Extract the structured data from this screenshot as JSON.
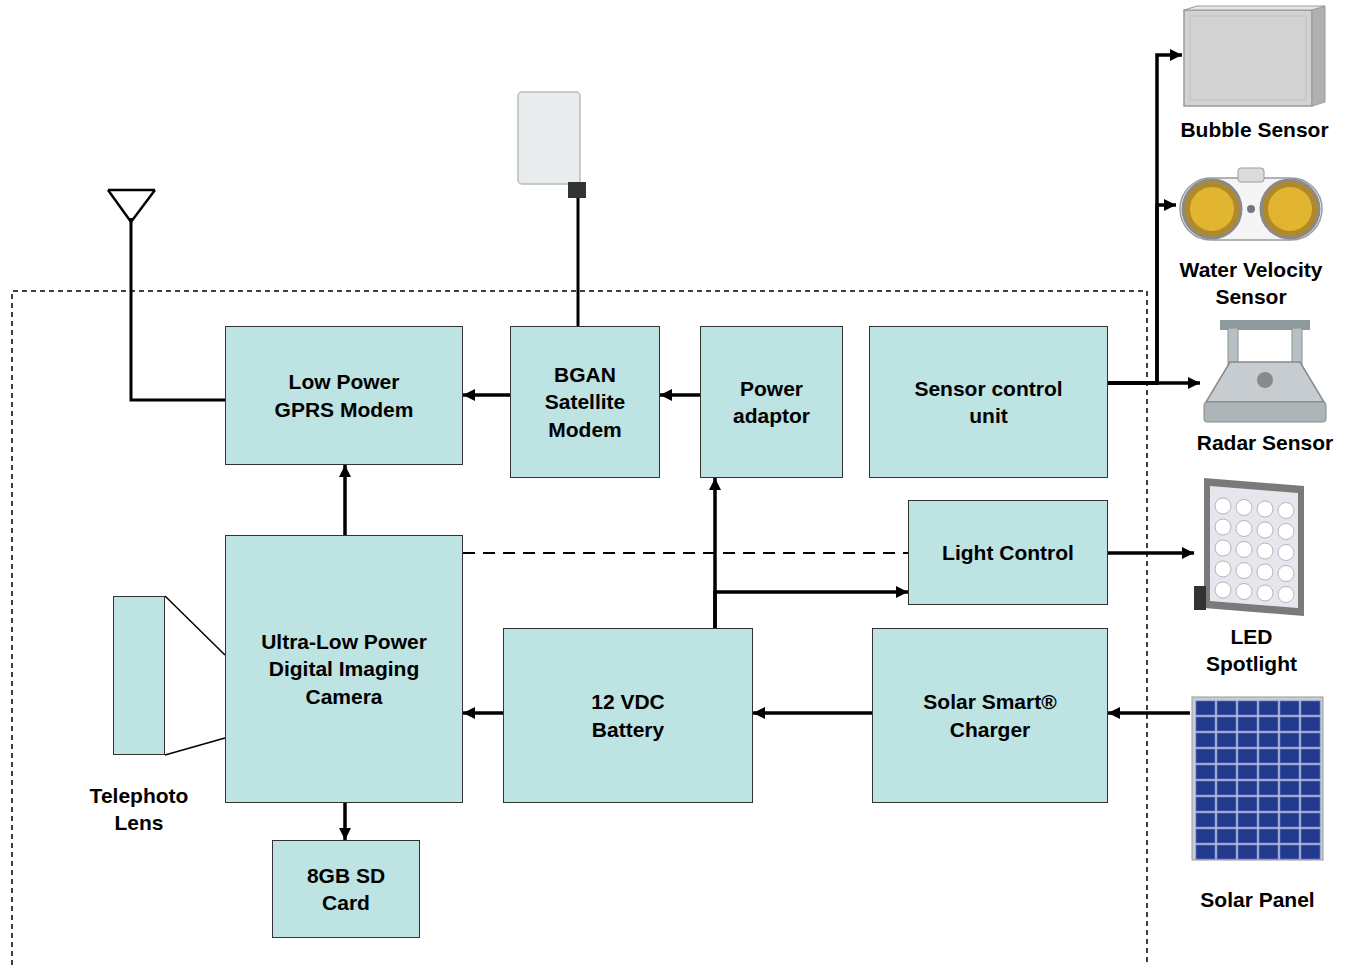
{
  "diagram": {
    "nodes": [
      {
        "text": [
          "Low Power GPRS Modem"
        ]
      },
      {
        "text": [
          "BGAN Satellite Modem"
        ]
      },
      {
        "text": [
          "Power adaptor"
        ]
      },
      {
        "text": [
          "Sensor control unit"
        ]
      },
      {
        "text": [
          "Light Control"
        ]
      },
      {
        "text": [
          "Ultra-Low Power Digital Imaging Camera"
        ]
      },
      {
        "text": [
          "12 VDC Battery"
        ]
      },
      {
        "text": [
          "Solar Smart® Charger"
        ]
      },
      {
        "text": [
          "Telephoto Lens"
        ]
      },
      {
        "text": [
          "8GB SD Card"
        ]
      },
      {
        "text": [
          "Bubble Sensor"
        ]
      },
      {
        "text": [
          "Water Velocity Sensor"
        ]
      },
      {
        "text": [
          "Radar Sensor"
        ]
      },
      {
        "text": [
          "LED Spotlight"
        ]
      },
      {
        "text": [
          "Solar Panel"
        ]
      }
    ],
    "edges": [
      {
        "from": 1,
        "to": 0,
        "arrow": "to"
      },
      {
        "from": 2,
        "to": 1,
        "arrow": "to"
      },
      {
        "from": 6,
        "to": 2,
        "arrow": "to"
      },
      {
        "from": 6,
        "to": 4,
        "arrow": "to"
      },
      {
        "from": 5,
        "to": 0,
        "arrow": "to"
      },
      {
        "from": 5,
        "to": 4,
        "arrow": "none"
      },
      {
        "from": 4,
        "to": 13,
        "arrow": "to"
      },
      {
        "from": 3,
        "to": 10,
        "arrow": "to"
      },
      {
        "from": 3,
        "to": 11,
        "arrow": "to"
      },
      {
        "from": 3,
        "to": 12,
        "arrow": "to"
      },
      {
        "from": 6,
        "to": 5,
        "arrow": "to"
      },
      {
        "from": 7,
        "to": 6,
        "arrow": "to"
      },
      {
        "from": 14,
        "to": 7,
        "arrow": "to"
      },
      {
        "from": 5,
        "to": 9,
        "arrow": "to"
      },
      {
        "from": 8,
        "to": 5,
        "arrow": "none"
      }
    ]
  }
}
